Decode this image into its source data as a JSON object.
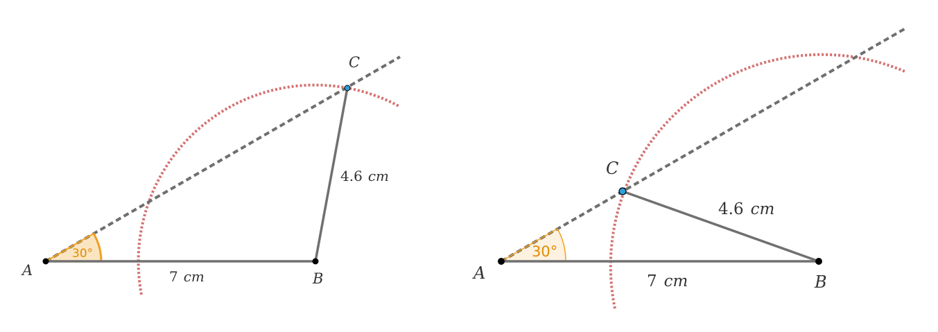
{
  "colors": {
    "segment": "#707070",
    "ray": "#6f6f6f",
    "arc": "#d47070",
    "point": "#000000",
    "point_c_fill": "#2e9fd8",
    "label_c": "#2e9fd8",
    "angle": "#f0a020",
    "angle_text": "#e48a00",
    "text": "#333333"
  },
  "figures": [
    {
      "points": {
        "a": "A",
        "b": "B",
        "c": "C"
      },
      "lengths": {
        "ab": "7",
        "bc": "4.6"
      },
      "unit": "cm",
      "angle": "30°"
    },
    {
      "points": {
        "a": "A",
        "b": "B",
        "c": "C"
      },
      "lengths": {
        "ab": "7",
        "bc": "4.6"
      },
      "unit": "cm",
      "angle": "30°"
    }
  ]
}
